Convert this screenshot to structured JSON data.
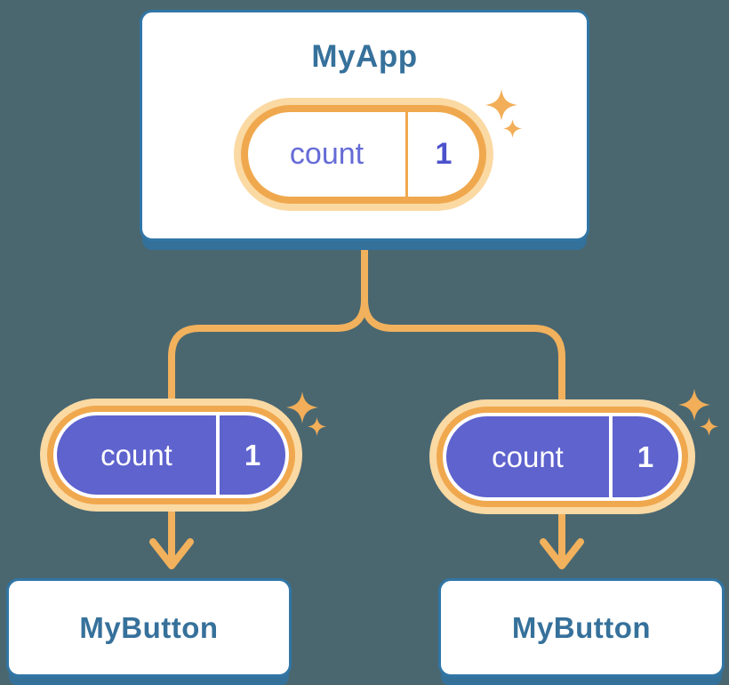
{
  "diagram": {
    "root": {
      "title": "MyApp",
      "state": {
        "name": "count",
        "value": "1"
      }
    },
    "children": [
      {
        "title": "MyButton",
        "prop": {
          "name": "count",
          "value": "1"
        }
      },
      {
        "title": "MyButton",
        "prop": {
          "name": "count",
          "value": "1"
        }
      }
    ]
  },
  "icons": {
    "sparkles-icon": "✦✧"
  },
  "colors": {
    "background": "#4A6770",
    "card_bg": "#FFFFFF",
    "card_border": "#3176A6",
    "card_shadow": "#33719B",
    "title_text": "#36719B",
    "pill_glow": "#FBD9A3",
    "pill_ring": "#F0A84E",
    "state_name_text": "#666CD6",
    "state_value_text": "#4C52CC",
    "prop_pill": "#5E63CE",
    "prop_text": "#FFFFFF",
    "connector": "#F2B15C",
    "sparkle": "#F2AE58"
  }
}
